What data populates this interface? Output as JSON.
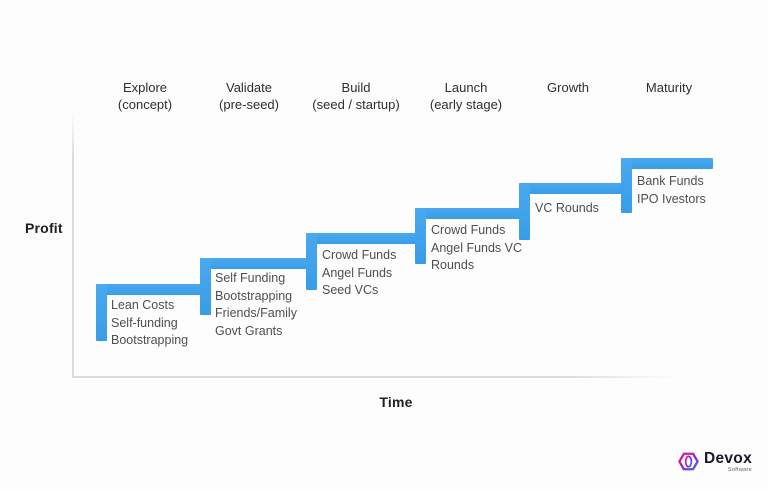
{
  "diagram": {
    "axis": {
      "profit_label": "Profit",
      "time_label": "Time"
    },
    "stages": [
      {
        "title_line1": "Explore",
        "title_line2": "(concept)",
        "funds": [
          "Lean Costs",
          "Self-funding",
          "Bootstrapping"
        ]
      },
      {
        "title_line1": "Validate",
        "title_line2": "(pre-seed)",
        "funds": [
          "Self Funding",
          "Bootstrapping",
          "Friends/Family",
          "Govt Grants"
        ]
      },
      {
        "title_line1": "Build",
        "title_line2": "(seed / startup)",
        "funds": [
          "Crowd Funds",
          "Angel Funds",
          "Seed VCs"
        ]
      },
      {
        "title_line1": "Launch",
        "title_line2": "(early stage)",
        "funds": [
          "Crowd Funds",
          "Angel Funds VC",
          "Rounds"
        ]
      },
      {
        "title_line1": "Growth",
        "title_line2": "",
        "funds": [
          "VC Rounds"
        ]
      },
      {
        "title_line1": "Maturity",
        "title_line2": "",
        "funds": [
          "Bank Funds",
          "IPO Ivestors"
        ]
      }
    ],
    "colors": {
      "step_blue": "#3DA0EA",
      "axis_gray": "#D7DCDC",
      "header_text": "#2E2E2E",
      "fund_text": "#4F4F4F"
    }
  },
  "logo": {
    "brand": "Devox",
    "subtitle": "Software",
    "colors": {
      "pink": "#F5137F",
      "purple": "#8B2BD0",
      "blue": "#3A6FF0"
    }
  }
}
